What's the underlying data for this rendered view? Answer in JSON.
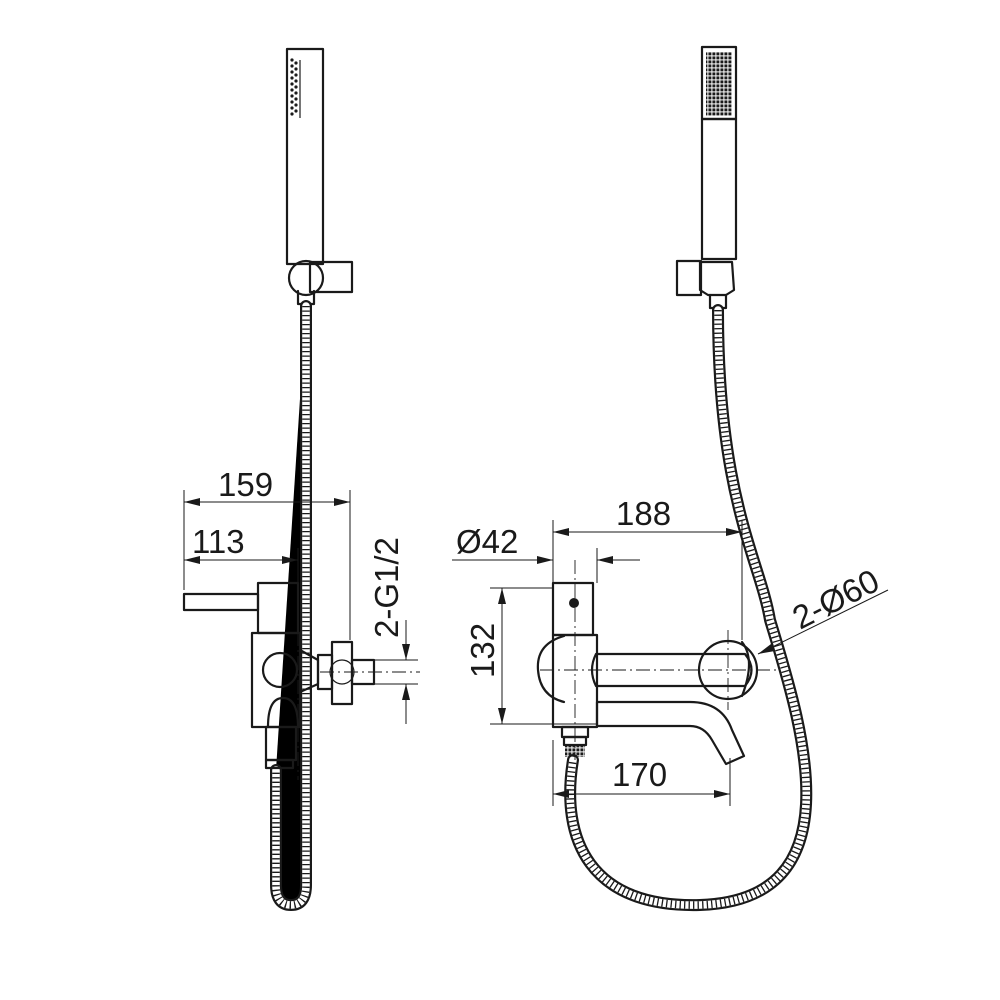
{
  "drawing": {
    "dimensions": {
      "overall_depth": "159",
      "lever_depth": "113",
      "connection_thread": "2-G1/2",
      "body_diameter": "Ø42",
      "centers": "188",
      "height": "132",
      "spout_length": "170",
      "escutcheon": "2-Ø60"
    }
  }
}
